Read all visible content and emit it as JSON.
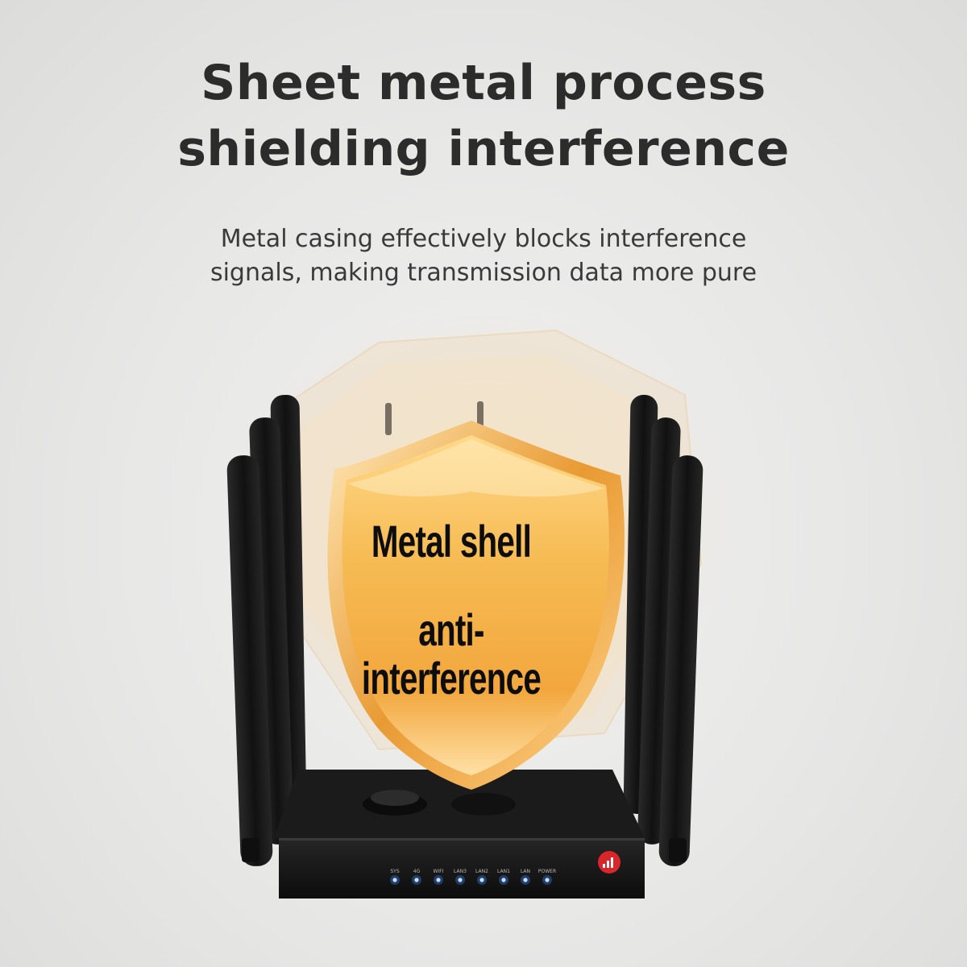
{
  "headline": {
    "line1": "Sheet metal process",
    "line2": "shielding interference"
  },
  "subtext": {
    "line1": "Metal casing effectively blocks interference",
    "line2": "signals, making transmission data more pure"
  },
  "shield": {
    "line1": "Metal shell",
    "line2": "anti-interference",
    "color": "#f4b24a"
  },
  "router": {
    "body_color": "#151515",
    "led_color": "#3b8cff",
    "led_labels": [
      "SYS",
      "4G",
      "WIFI",
      "LAN3",
      "LAN2",
      "LAN1",
      "LAN",
      "POWER"
    ],
    "logo_icon": "signal-bars-logo-icon"
  }
}
